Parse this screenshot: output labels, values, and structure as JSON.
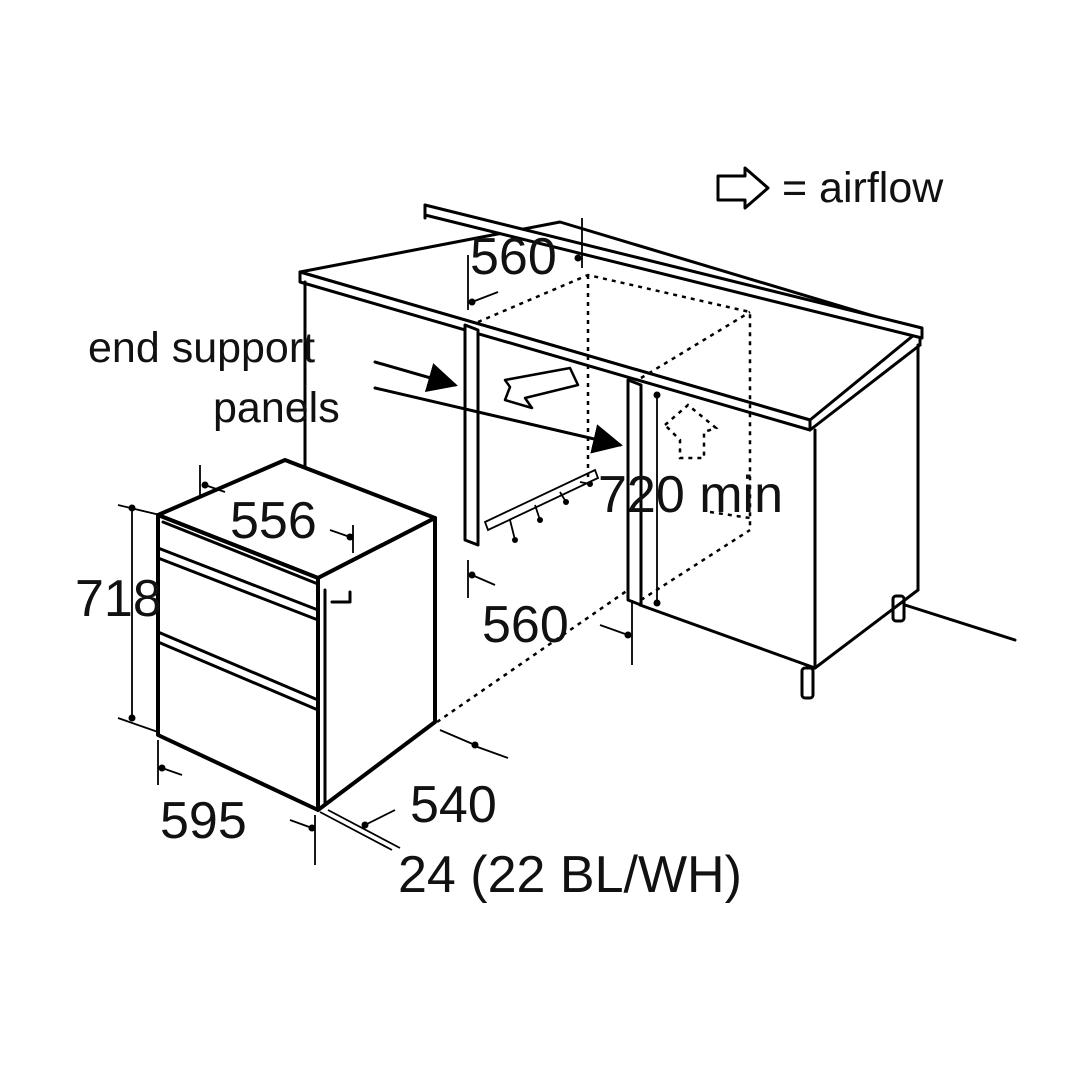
{
  "legend": {
    "icon": "hollow-arrow-icon",
    "text": "= airflow"
  },
  "callout": {
    "line1": "end support",
    "line2": "panels"
  },
  "dimensions": {
    "counter_depth": "560",
    "appliance_top_width": "556",
    "appliance_height": "718",
    "opening_height": "720 min",
    "opening_width": "560",
    "appliance_width": "595",
    "appliance_depth": "540",
    "front_offset": "24 (22 BL/WH)"
  },
  "colors": {
    "line": "#000000",
    "background": "#ffffff",
    "text": "#111111"
  }
}
